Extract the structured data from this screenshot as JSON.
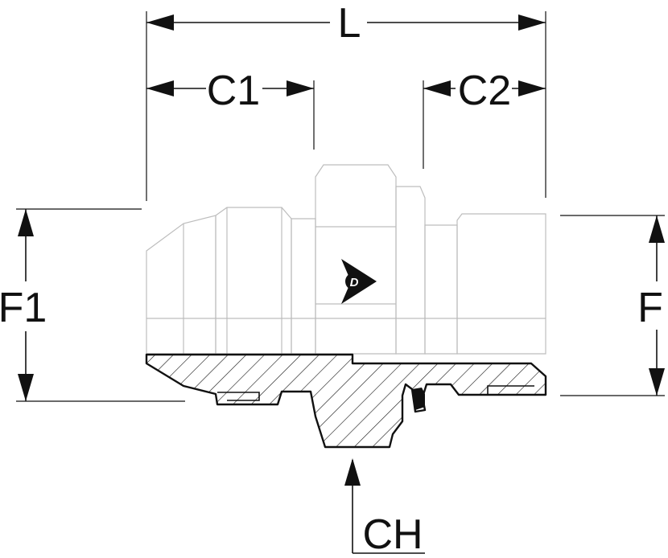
{
  "labels": {
    "L": "L",
    "C1": "C1",
    "C2": "C2",
    "F1": "F1",
    "F": "F",
    "CH": "CH"
  },
  "logo": {
    "icon": "dunlop-logo-icon",
    "letter": "D"
  },
  "colors": {
    "ink": "#111111",
    "body_shade": "#f2f2f2",
    "outline": "#bdbdbd"
  }
}
